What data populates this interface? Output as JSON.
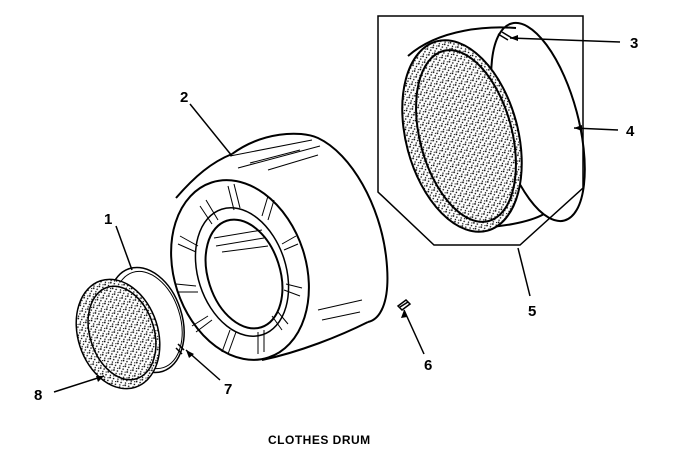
{
  "diagram": {
    "caption": "CLOTHES DRUM",
    "callouts": [
      {
        "id": "1",
        "label": "1",
        "part": "drum-front-ring"
      },
      {
        "id": "2",
        "label": "2",
        "part": "clothes-drum"
      },
      {
        "id": "3",
        "label": "3",
        "part": "seal-splice"
      },
      {
        "id": "4",
        "label": "4",
        "part": "rear-seal-ring"
      },
      {
        "id": "5",
        "label": "5",
        "part": "rear-seal-assembly"
      },
      {
        "id": "6",
        "label": "6",
        "part": "clip"
      },
      {
        "id": "7",
        "label": "7",
        "part": "ring-splice"
      },
      {
        "id": "8",
        "label": "8",
        "part": "front-felt-seal"
      }
    ]
  }
}
